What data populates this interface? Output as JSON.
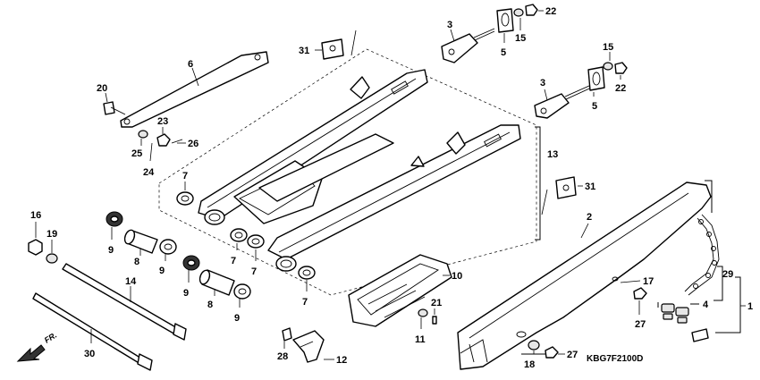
{
  "callouts": {
    "c1": "1",
    "c2": "2",
    "c3a": "3",
    "c3b": "3",
    "c4": "4",
    "c5a": "5",
    "c5b": "5",
    "c6": "6",
    "c7a": "7",
    "c7b": "7",
    "c7c": "7",
    "c7d": "7",
    "c8a": "8",
    "c8b": "8",
    "c9a": "9",
    "c9b": "9",
    "c9c": "9",
    "c9d": "9",
    "c10": "10",
    "c11": "11",
    "c12": "12",
    "c13": "13",
    "c14": "14",
    "c15a": "15",
    "c15b": "15",
    "c16": "16",
    "c17": "17",
    "c18": "18",
    "c19": "19",
    "c20": "20",
    "c21": "21",
    "c22a": "22",
    "c22b": "22",
    "c23": "23",
    "c24": "24",
    "c25": "25",
    "c26": "26",
    "c27a": "27",
    "c27b": "27",
    "c28": "28",
    "c29": "29",
    "c30": "30",
    "c31a": "31",
    "c31b": "31"
  },
  "front_label": "FR.",
  "diagram_code": "KBG7F2100D"
}
